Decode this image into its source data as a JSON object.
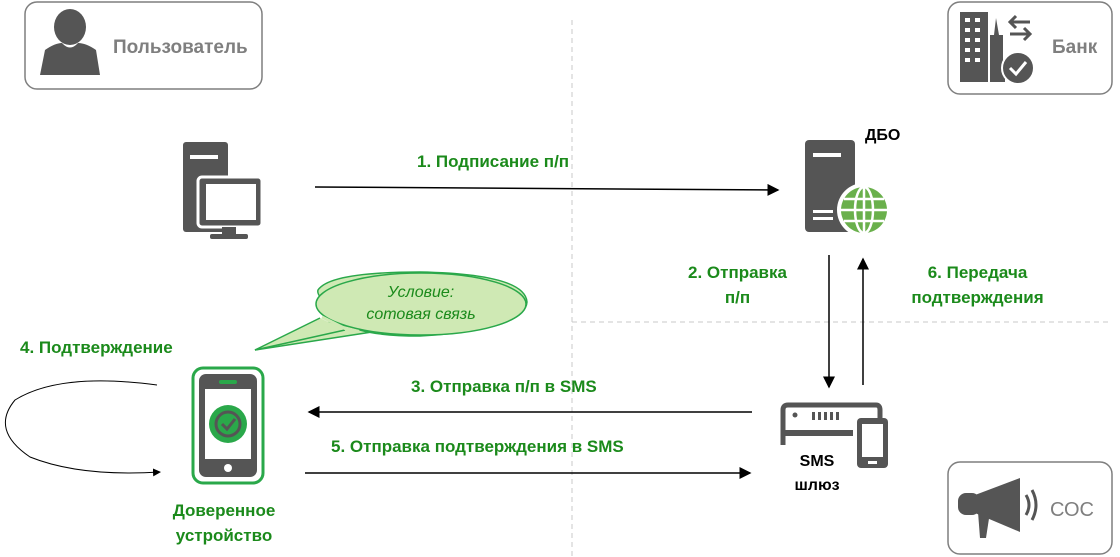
{
  "actors": {
    "user": "Пользователь",
    "bank": "Банк",
    "soc": "СОС"
  },
  "nodes": {
    "dbo": "ДБО",
    "sms_gateway_line1": "SMS",
    "sms_gateway_line2": "шлюз",
    "trusted_device_line1": "Доверенное",
    "trusted_device_line2": "устройство"
  },
  "steps": {
    "s1": "1. Подписание п/п",
    "s2_line1": "2. Отправка",
    "s2_line2": "п/п",
    "s3": "3. Отправка п/п в SMS",
    "s4": "4. Подтверждение",
    "s5": "5. Отправка подтверждения в SMS",
    "s6_line1": "6. Передача",
    "s6_line2": "подтверждения"
  },
  "callout": {
    "line1": "Условие:",
    "line2": "сотовая связь"
  },
  "colors": {
    "accent_green": "#1b8a1b",
    "icon_gray": "#555555",
    "globe_green": "#6ab04c",
    "bubble_fill": "#cfe9b4"
  }
}
